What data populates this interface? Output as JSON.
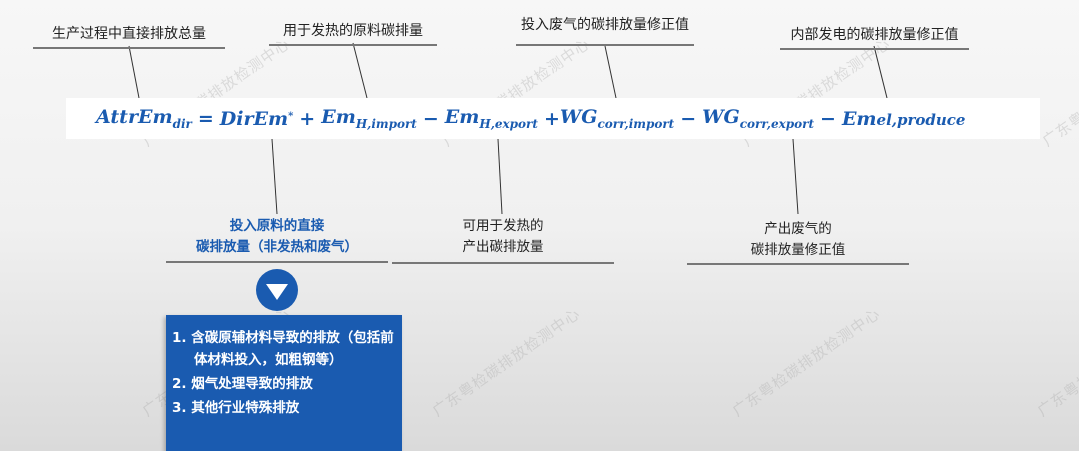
{
  "watermark": "广东粤检碳排放检测中心",
  "top_labels": [
    {
      "text": "生产过程中直接排放总量"
    },
    {
      "text": "用于发热的原料碳排量"
    },
    {
      "text": "投入废气的碳排放量修正值"
    },
    {
      "text": "内部发电的碳排放量修正值"
    }
  ],
  "formula": {
    "lhs": "AttrEm",
    "lhs_sub": "dir",
    "eq": "=",
    "t1": "DirEm",
    "t1_sup": "*",
    "op1": "+",
    "t2": "Em",
    "t2_sub": "H,import",
    "op2": "−",
    "t3": "Em",
    "t3_sub": "H,export",
    "op3": "+",
    "t4": "WG",
    "t4_sub": "corr,import",
    "op4": "−",
    "t5": "WG",
    "t5_sub": "corr,export",
    "op5": "−",
    "t6": "Em",
    "t6_sub": "el,produce"
  },
  "bottom_labels": [
    {
      "line1": "投入原料的直接",
      "line2": "碳排放量（非发热和废气）"
    },
    {
      "line1": "可用于发热的",
      "line2": "产出碳排放量"
    },
    {
      "line1": "产出废气的",
      "line2": "碳排放量修正值"
    }
  ],
  "detail_box": {
    "items": [
      "1. 含碳原辅材料导致的排放（包括前体材料投入，如粗钢等）",
      "2. 烟气处理导致的排放",
      "3. 其他行业特殊排放"
    ]
  },
  "colors": {
    "accent": "#1a5bb0",
    "text": "#222222",
    "line": "#777777"
  },
  "icons": {
    "down_arrow": "down-arrow-circle-icon"
  }
}
